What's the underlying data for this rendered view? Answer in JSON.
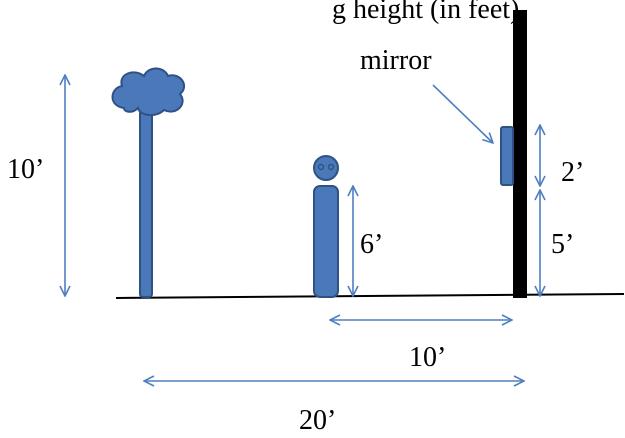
{
  "labels": {
    "heading_fragment": "g height (in feet)",
    "tree_height": "10’",
    "person_height": "6’",
    "mirror": "mirror",
    "mirror_size": "2’",
    "mirror_base_height": "5’",
    "person_to_wall": "10’",
    "tree_to_wall": "20’"
  },
  "colors": {
    "figure_fill": "#4a78b8",
    "figure_stroke": "#2e5286",
    "arrow": "#4e7fbf",
    "wall": "#000000",
    "ground": "#000000"
  }
}
